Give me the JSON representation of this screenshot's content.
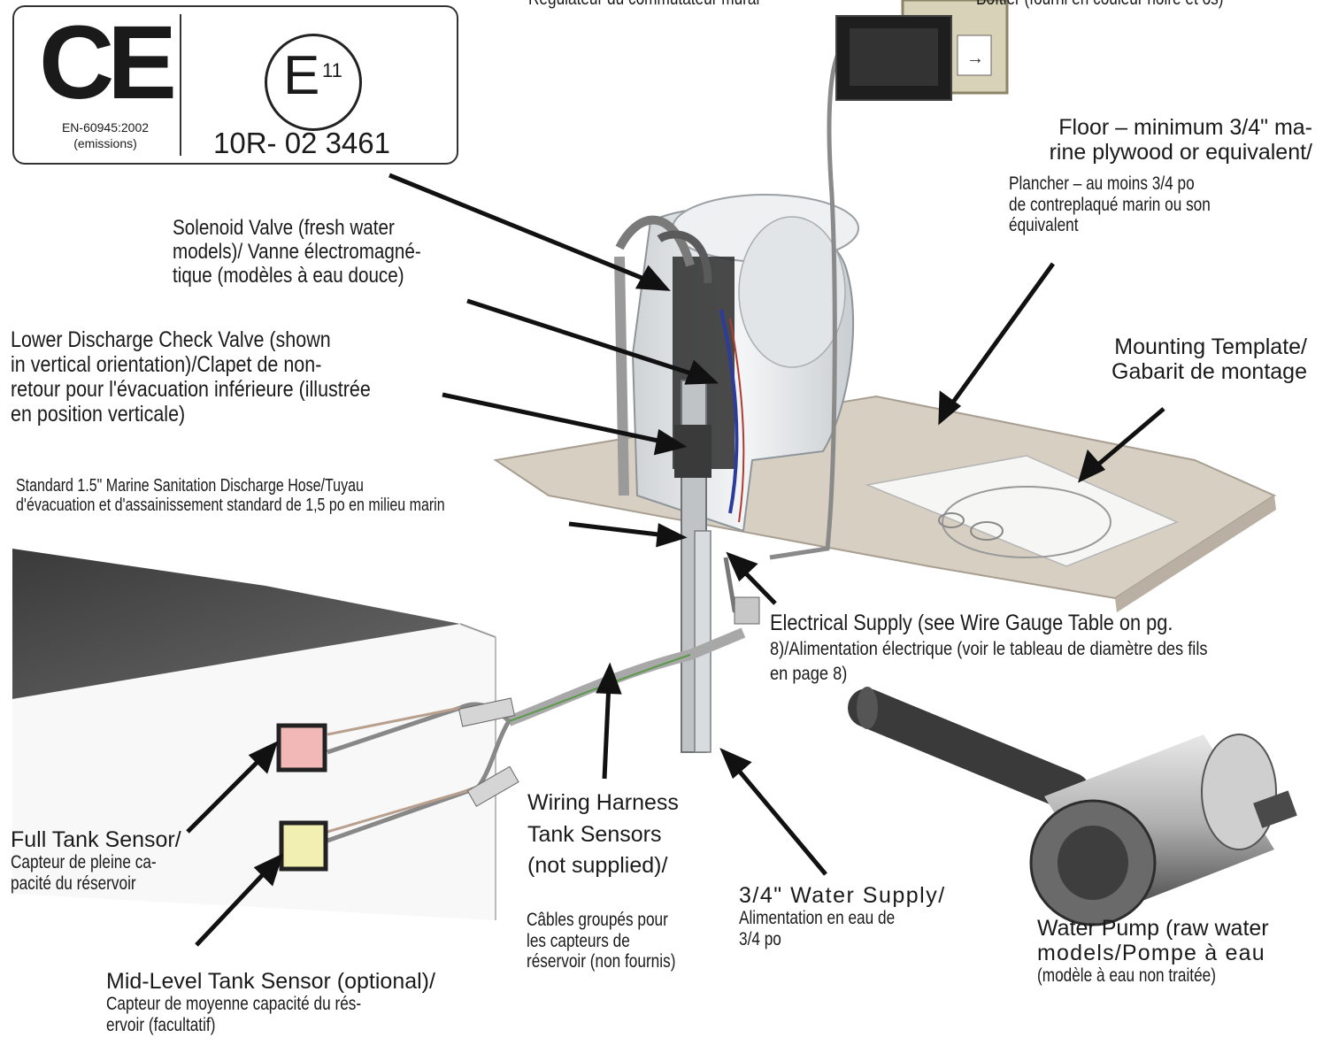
{
  "header_partial": {
    "left": "Regulateur du commutateur mural",
    "right": "Boîtier (fourni en couleur noire et os)"
  },
  "certification": {
    "ce_mark": "CE",
    "ce_standard": "EN-60945:2002",
    "ce_note": "(emissions)",
    "e_mark": "E",
    "e_number": "11",
    "approval": "10R- 02 3461"
  },
  "labels": {
    "floor_en": [
      "Floor – minimum 3/4\" ma-",
      "rine plywood or equivalent/"
    ],
    "floor_fr": [
      "Plancher – au moins 3/4 po",
      "de contreplaqué marin ou son",
      "équivalent"
    ],
    "solenoid": [
      "Solenoid Valve (fresh water",
      "models)/ Vanne électromagné-",
      "tique (modèles à eau douce)"
    ],
    "check_valve": [
      "Lower Discharge Check Valve (shown",
      "in vertical orientation)/Clapet de non-",
      "retour pour l'évacuation inférieure (illustrée",
      "en position verticale)"
    ],
    "template": [
      "Mounting Template/",
      "Gabarit de montage"
    ],
    "hose": [
      "Standard 1.5\" Marine Sanitation Discharge Hose/Tuyau",
      "d'évacuation et d'assainissement standard de 1,5 po en milieu marin"
    ],
    "electrical": [
      "Electrical Supply (see Wire Gauge Table on pg.",
      "8)/Alimentation électrique (voir le tableau de diamètre des fils",
      "en page 8)"
    ],
    "harness_en": [
      "Wiring Harness",
      "Tank Sensors",
      "(not supplied)/"
    ],
    "harness_fr": [
      "Câbles groupés pour",
      "les capteurs de",
      "réservoir (non fournis)"
    ],
    "full_tank": [
      "Full Tank Sensor/",
      "Capteur de pleine ca-",
      "pacité du réservoir"
    ],
    "water_supply": [
      "3/4\" Water Supply/",
      "Alimentation en eau de",
      "3/4 po"
    ],
    "pump": [
      "Water Pump (raw water",
      "models/Pompe à eau",
      "(modèle à eau non traitée)"
    ],
    "mid_tank": [
      "Mid-Level Tank Sensor (optional)/",
      "Capteur de moyenne capacité du rés-",
      "ervoir (facultatif)"
    ]
  },
  "colors": {
    "floor_board": "#d7cfc2",
    "tank_top": "#555555",
    "full_sensor": "#f2b8b8",
    "mid_sensor": "#f2f0b0"
  }
}
